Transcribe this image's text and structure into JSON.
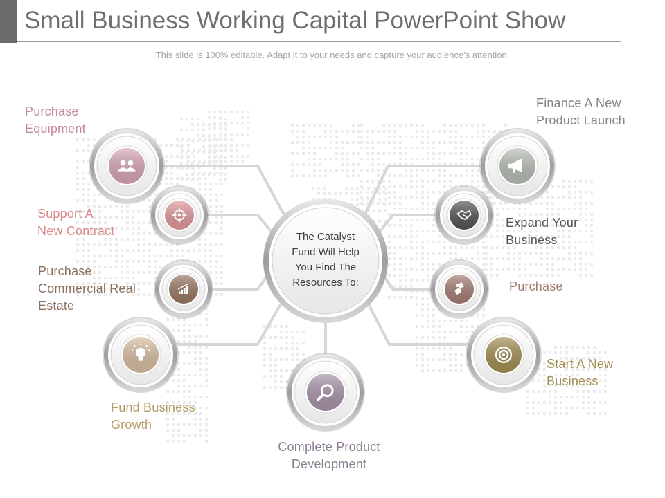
{
  "slide": {
    "title": "Small Business Working Capital PowerPoint Show",
    "subtitle": "This slide is 100% editable. Adapt it to your needs and capture your audience's attention."
  },
  "center": {
    "text": "The Catalyst\nFund Will Help\nYou Find The\nResources To:"
  },
  "colors": {
    "pink": "#d8a7b8",
    "rose": "#e29a9e",
    "brown": "#9a7864",
    "peach": "#d9bfa3",
    "lavender": "#a995aa",
    "grey_green": "#b8bfb5",
    "dark_grey": "#555555",
    "taupe": "#a57e75",
    "olive": "#a28f52",
    "connector": "#d6d6d6",
    "map_dots": "#ececec"
  },
  "nodes": [
    {
      "label": "Purchase\nEquipment",
      "icon": "users-icon",
      "color": "#d8a7b8",
      "label_color": "#c48aa0"
    },
    {
      "label": "Support A\nNew Contract",
      "icon": "crosshair-target-icon",
      "color": "#e29a9e",
      "label_color": "#d88a8c"
    },
    {
      "label": "Purchase\nCommercial Real\nEstate",
      "icon": "bar-chart-growth-icon",
      "color": "#9a7864",
      "label_color": "#8c7060"
    },
    {
      "label": "Fund Business\nGrowth",
      "icon": "lightbulb-icon",
      "color": "#d9bfa3",
      "label_color": "#b59a66"
    },
    {
      "label": "Complete Product\nDevelopment",
      "icon": "search-magnifier-icon",
      "color": "#a995aa",
      "label_color": "#8e7e91"
    },
    {
      "label": "Finance A New\nProduct Launch",
      "icon": "megaphone-icon",
      "color": "#b8bfb5",
      "label_color": "#7f877d"
    },
    {
      "label": "Expand Your\nBusiness",
      "icon": "handshake-icon",
      "color": "#555555",
      "label_color": "#555555"
    },
    {
      "label": "Purchase",
      "icon": "puzzle-icon",
      "color": "#a57e75",
      "label_color": "#a57e75"
    },
    {
      "label": "Start A New\nBusiness",
      "icon": "target-icon",
      "color": "#a28f52",
      "label_color": "#a28f52"
    }
  ]
}
